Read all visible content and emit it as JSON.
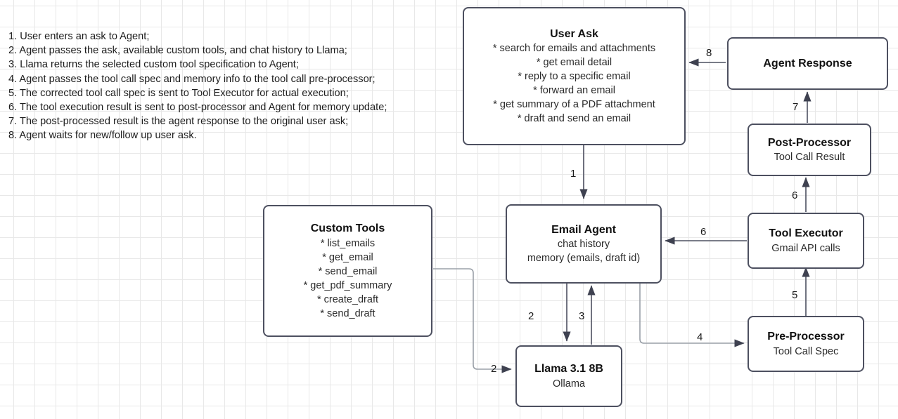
{
  "legend": {
    "lines": [
      "1. User enters an ask to Agent;",
      "2. Agent passes the ask, available custom tools, and chat history to Llama;",
      "3. Llama returns the selected custom tool specification to Agent;",
      "4. Agent passes the tool call spec and memory info to the tool call pre-processor;",
      "5. The corrected tool call spec is sent to Tool Executor for actual execution;",
      "6. The tool execution result is sent to post-processor and Agent for memory update;",
      "7. The post-processed result is the agent response to the original user ask;",
      "8. Agent waits for new/follow up user ask."
    ]
  },
  "nodes": {
    "user_ask": {
      "title": "User Ask",
      "items": [
        "* search for emails and attachments",
        "* get email detail",
        "* reply to a specific email",
        "* forward an email",
        "* get summary of a PDF attachment",
        "* draft and send an email"
      ]
    },
    "custom_tools": {
      "title": "Custom Tools",
      "items": [
        "* list_emails",
        "* get_email",
        "* send_email",
        "* get_pdf_summary",
        "* create_draft",
        "* send_draft"
      ]
    },
    "email_agent": {
      "title": "Email Agent",
      "items": [
        "chat history",
        "memory (emails, draft id)"
      ]
    },
    "llama": {
      "title": "Llama 3.1 8B",
      "items": [
        "Ollama"
      ]
    },
    "agent_response": {
      "title": "Agent Response",
      "items": []
    },
    "post_processor": {
      "title": "Post-Processor",
      "items": [
        "Tool Call Result"
      ]
    },
    "tool_executor": {
      "title": "Tool Executor",
      "items": [
        "Gmail API calls"
      ]
    },
    "pre_processor": {
      "title": "Pre-Processor",
      "items": [
        "Tool Call Spec"
      ]
    }
  },
  "edges": {
    "e1": "1",
    "e2_agent_llama": "2",
    "e2_tools_llama": "2",
    "e3": "3",
    "e4": "4",
    "e5": "5",
    "e6_up": "6",
    "e6_left": "6",
    "e7": "7",
    "e8": "8"
  },
  "colors": {
    "stroke": "#4d5060",
    "arrow": "#4d5060",
    "grid": "#e8e8e8",
    "background": "#ffffff",
    "text": "#1a1a1a"
  }
}
